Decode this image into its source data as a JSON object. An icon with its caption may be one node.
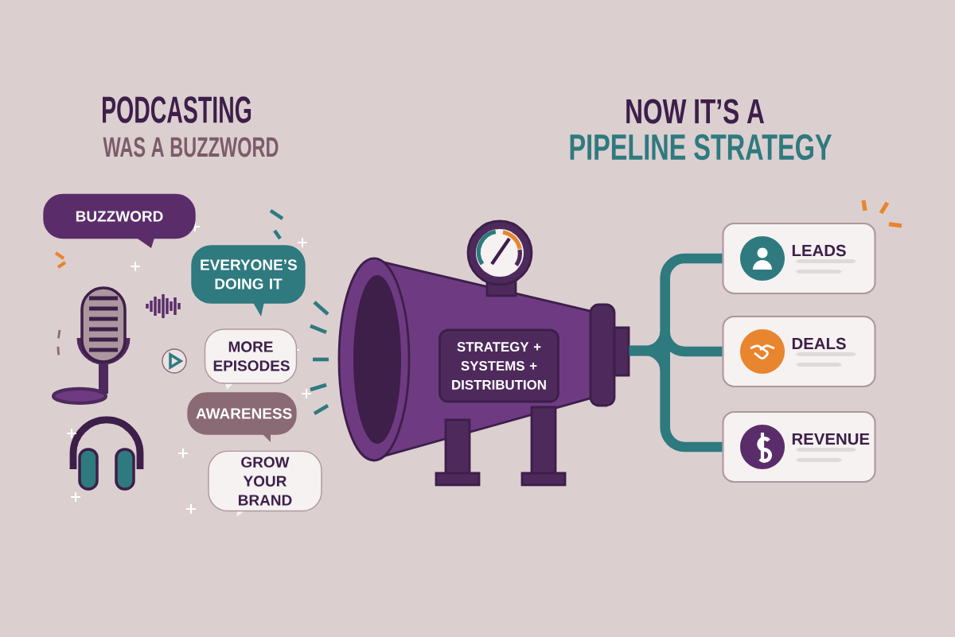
{
  "diagram": {
    "nodes": [
      {
        "text": [
          "BUZZWORD"
        ]
      },
      {
        "text": [
          "EVERYONE’S DOING IT"
        ]
      },
      {
        "text": [
          "MORE EPISODES"
        ]
      },
      {
        "text": [
          "AWARENESS"
        ]
      },
      {
        "text": [
          "GROW YOUR BRAND"
        ]
      },
      {
        "text": [],
        "shape": "picture"
      },
      {
        "text": [
          "STRATEGY + SYSTEMS + DISTRIBUTION"
        ],
        "in": 5
      },
      {
        "text": [
          "LEADS"
        ]
      },
      {
        "text": [
          "DEALS"
        ]
      },
      {
        "text": [
          "REVENUE"
        ]
      }
    ],
    "edges": [
      {
        "from": 5,
        "to": 7,
        "arrow": "none"
      },
      {
        "from": 5,
        "to": 8,
        "arrow": "none"
      },
      {
        "from": 5,
        "to": 9,
        "arrow": "none"
      }
    ],
    "labels": [
      "PODCASTING",
      "WAS A BUZZWORD",
      "NOW IT’S A",
      "PIPELINE STRATEGY"
    ]
  }
}
